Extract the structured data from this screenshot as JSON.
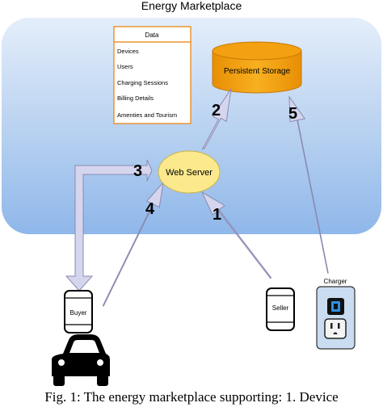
{
  "diagram": {
    "title": "Energy Marketplace",
    "data_box": {
      "header": "Data",
      "items": [
        "Devices",
        "Users",
        "Charging Sessions",
        "Billing Details",
        "Amenties and Tourism"
      ]
    },
    "storage_label": "Persistent Storage",
    "server_label": "Web Server",
    "buyer_label": "Buyer",
    "seller_label": "Seller",
    "charger_label": "Charger",
    "steps": [
      "1",
      "2",
      "3",
      "4",
      "5"
    ],
    "colors": {
      "cloud": "#a9c8ee",
      "arrow_fill": "#d5d6ee",
      "storage_fill": "#f5a20f",
      "server_fill": "#fbe98c",
      "data_border": "#e8800a",
      "socket_fill": "#c9dcf0"
    }
  },
  "caption": "Fig. 1: The energy marketplace supporting: 1. Device"
}
